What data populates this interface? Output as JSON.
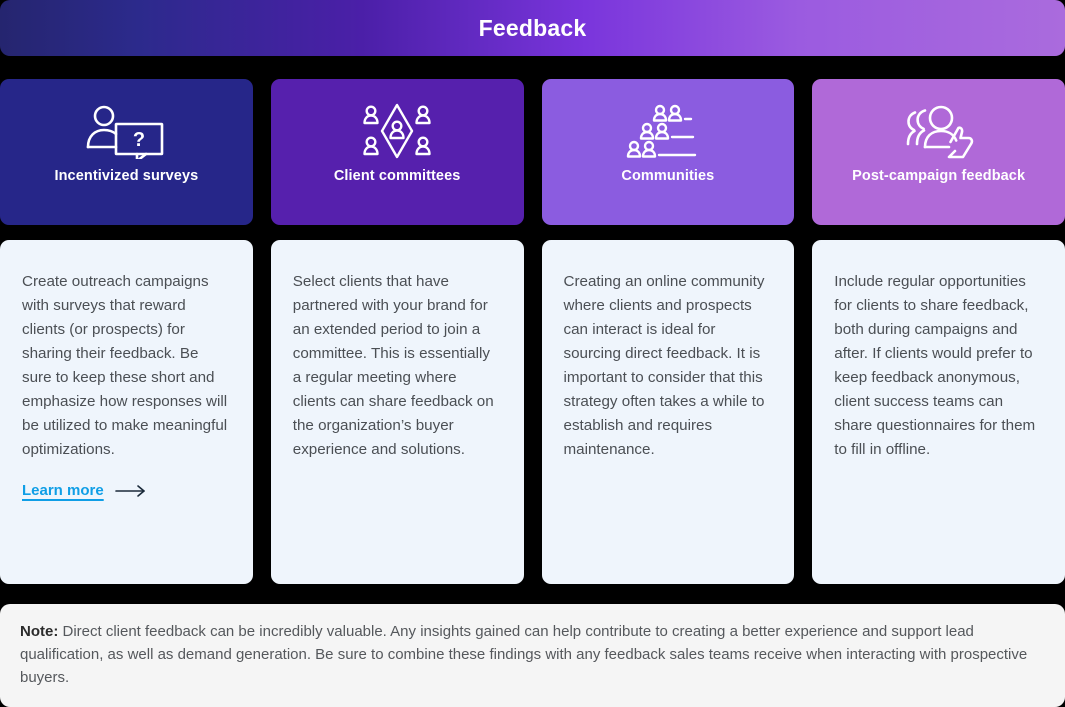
{
  "header": {
    "title": "Feedback",
    "gradient_from": "#25256F",
    "gradient_to": "#AA6BDD"
  },
  "theme": {
    "page_background": "#000000",
    "body_card_background": "#EFF5FC",
    "body_text_color": "#4B4F54",
    "link_color": "#0F9EE6",
    "note_background": "#F5F5F5"
  },
  "columns": [
    {
      "title": "Incentivized surveys",
      "header_color": "#262689",
      "icon": "person-question-bubble-icon",
      "body": "Create outreach campaigns with surveys that reward clients (or prospects) for sharing their feedback. Be sure to keep these short and emphasize how responses will be utilized to make meaningful optimizations.",
      "link_label": "Learn more",
      "has_link": true
    },
    {
      "title": "Client committees",
      "header_color": "#5620AD",
      "icon": "people-diamond-network-icon",
      "body": "Select clients that have partnered with your brand for an extended period to join a committee. This is essentially a regular meeting where clients can share feedback on the organization’s buyer experience and solutions.",
      "link_label": "",
      "has_link": false
    },
    {
      "title": "Communities",
      "header_color": "#8B5CE0",
      "icon": "people-rows-community-icon",
      "body": "Creating an online community where clients and prospects can interact is ideal for sourcing direct feedback. It is important to consider that this strategy often takes a while to establish and requires maintenance.",
      "link_label": "",
      "has_link": false
    },
    {
      "title": "Post-campaign feedback",
      "header_color": "#B069D8",
      "icon": "people-thumbs-up-icon",
      "body": "Include regular opportunities for clients to share feedback, both during campaigns and after. If clients would prefer to keep feedback anonymous, client success teams can share questionnaires for them to fill in offline.",
      "link_label": "",
      "has_link": false
    }
  ],
  "note": {
    "label": "Note:",
    "text": " Direct client feedback can be incredibly valuable. Any insights gained can help contribute to creating a better experience and support lead qualification, as well as demand generation. Be sure to combine these findings with any feedback sales teams receive when interacting with prospective buyers."
  }
}
